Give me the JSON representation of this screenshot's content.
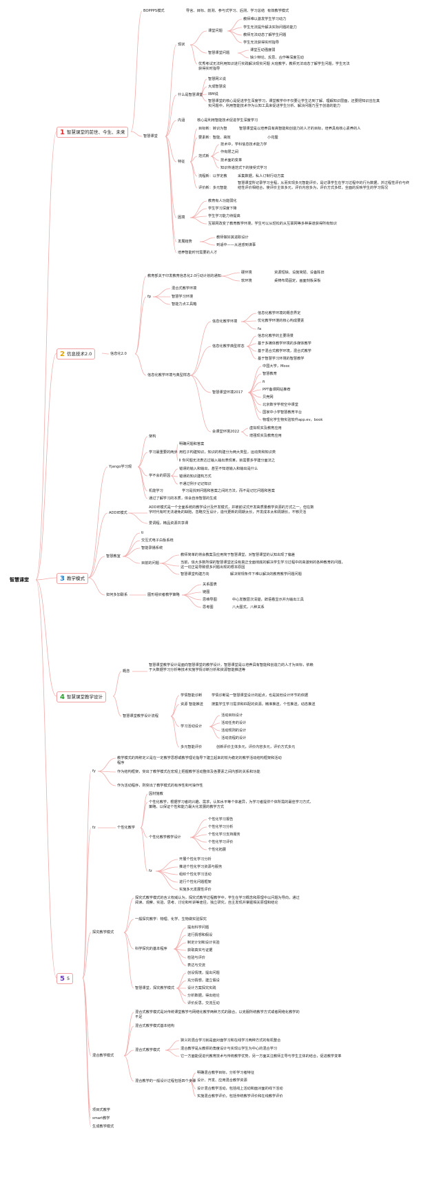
{
  "colors": {
    "accent": "#c0392b",
    "num1": "#d62d2d",
    "num2": "#e0a000",
    "num3": "#1a7fd0",
    "num4": "#2aa02a",
    "num5": "#6a3fb5",
    "lines": "#f2aaaa"
  },
  "root": "智慧课堂",
  "branches": {
    "b1": {
      "num": "1",
      "label": "智慧课堂的前世、今生、未来"
    },
    "b2": {
      "num": "2",
      "label": "信息技术2.0"
    },
    "b3": {
      "num": "3",
      "label": "教学模式"
    },
    "b4": {
      "num": "4",
      "label": "智慧课堂教学设计"
    },
    "b5": {
      "num": "5",
      "label": "5"
    }
  },
  "b1": {
    "boppps": "BOPPPS模式",
    "boppps_d": "导言、目标、前测、参与式学习、后测、学习总结",
    "boppps_d2": "有效教学模式",
    "zhihui": "智慧课堂",
    "xianzhuang": "现状",
    "ketang": "课堂问题",
    "k1": "教师难以激发学生学习动力",
    "k2": "学生无法提升解决实际问题的能力",
    "k3": "教师无法动态了解学生问题",
    "k4": "学生无法获得实时指导",
    "zhkt": "智慧课堂问题",
    "z1": "课堂互动强度弱",
    "z2": "缺少辩论、反思、合作等深度互动",
    "z3": "优秀考试无法利用知识进行实践解决现实问题 大班教学，教师无法动态了解学生问题，学生无法获得实时指导",
    "what": "什么是智慧课堂",
    "w1": "智慧网义说",
    "w2": "大成智慧说",
    "w3": "IBM说",
    "w4": "智慧课堂的核心是促进学生深度学习，课堂教学中不仅要让学生达到了解、理解知识层面，还要把知识应在真实问题中，利用智能技术作为认知工具来促进学生分析、解决问题乃至于创造的能力",
    "neihan": "内涵",
    "neihan_d": "核心是利用智能技术促进学生深度学习",
    "tezheng": "特征",
    "t1": "目标新：转识为智",
    "t1d": "智慧课堂是以培养具有高智能和创造力的人才的目标，培养具有核心素养的人",
    "t2": "要素新：智能、高效",
    "t2d": "小花狸",
    "t3": "范式新",
    "t3a": "技术中，学科信息技术能力学",
    "t3b": "作有限之间",
    "t3c": "技术面的变革",
    "t3d": "知识传递范式下的接受式学习",
    "t4": "流程新：以学定教",
    "t4d": "采集数据，私人订制行动方案",
    "t5": "评价新：多元智能",
    "t5d": "智慧课堂所记录学习全程，从而实现多元智能评价，是记录学生在学习过程中的行为数据，并过程性评价与终结性评价相结合，使评价主体多元，评价内容多为，评价方式多样，全面的反映学生的学习情况",
    "kunjing": "困境",
    "kj1": "教育有人功能弱化",
    "kj2": "学生学习深度下降",
    "kj3": "学生学习能力待提高",
    "kj4": "互联网改变了教育教学环境，学生可以从轻松的从互联网等多种渠道获得所有知识",
    "qushi": "发展趋势",
    "qs1": "教师做好其进职设计",
    "qs2": "到适中——从迷惑到谋事",
    "peiyang": "培养智能时代需要的人才"
  },
  "b2": {
    "xinxihua": "信息化2.0",
    "tongzhi": "教育部关于印发教育信息化2.0行动计划的通知",
    "ying": "硬环境",
    "ying_d": "资源短缺、设施简陋、设备陈旧",
    "ruan": "软环境",
    "ruan_d": "桌椅布局固定，画面刻板呆板",
    "fp": "fp",
    "fp1": "混合式教学环境",
    "fp2": "智慧学习环境",
    "fp3": "智能力点工具箱",
    "dianxing": "信息化教学环境与典型样态",
    "hjr": "信息化教学环境",
    "hjr1": "信息化教学环境的概念界定",
    "hjr2": "优化教学环境的核心构成要素",
    "hjr3": "fa",
    "yangtai": "信息化教学典型样态",
    "yt1": "信息化教学的主要场景",
    "yt2": "基于多媒体教学环境的多媒体教学",
    "yt3": "基于混合式教学环境，混合式教学",
    "yt4": "基于智慧学习环境的智慧教学",
    "zhhj": "智慧课堂环境2017",
    "zh1": "中国大学，Mooc",
    "zh2": "智慧教育",
    "zh3": "fi",
    "zh4": "PPT备课网站推荐",
    "zh5": "贝壳网",
    "zh6": "北京数字学校空中课堂",
    "zh7": "国家中小学智慧教育平台",
    "zh8": "物理化学生物实验软件app.ev，book",
    "hz": "会课堂环境2022",
    "hz1": "虚拟现实及教育应用",
    "hz2": "增强现实及教育应用"
  },
  "b3": {
    "yjx": "Yjango学习观",
    "caigou": "架构",
    "tongbu": "学习最重要的两步",
    "tb1": "明确问题和答案",
    "tb2": "用粒子构建知识，知识的构建分为两大类型，运动类和知识类",
    "tb3": "Ⅱ 你问题无法表达过输入输出表现某，就需要多学建分面法之",
    "buhui": "学不会的原因",
    "bh1": "错误的输入和输出，甚至不知道输入和输出是什么",
    "bh2": "错误的知识建构方式",
    "bh3": "不通过例子记记知识",
    "jixie": "机能学习",
    "jx_d": "学习是找到问题和答案之间的方法，而不是记忆问题和答案",
    "tongguo": "通过了解学习的本质，体会自身智慧的生成",
    "addie": "ADDIE模式",
    "addie_d": "ADDIE模式是一个全面系统的教学设计及开发模式，并被前试式开发高质量教学资源的方式之一，但在数字时代有时无法避免的缺陷，忽略交互设计，造代更新的周期太长，开发成本太和周期长，不够灵活",
    "aixin": "爱调程，精品资源共享课",
    "zhjx": "智慧教室",
    "zj1": "ti",
    "zj2": "交互式电子白板系统",
    "zj3": "智能录播系统",
    "muqian": "目前的问题",
    "mq1": "教师简单的将会教案及应用简于智慧课堂，对智慧课堂的认知出现了偏差",
    "mq2": "当前，信大多数所谓的智慧课堂还没有真正全面彻底的解决学生学习过程中的高激到的各种教育的问题，这一切正是导致很多问题出现的根本原因",
    "mq3": "智慧课堂构建方向",
    "mq3d": "解决常规条件下难以解决的教育教学问题问题",
    "ruhe": "如何多加联系",
    "tuxing": "图形组织者教学策略",
    "tx1": "关系图表",
    "tx2": "链图",
    "tx3": "思维导图",
    "tx3d": "中心发散层次清楚，辞语看显示并为输出工具",
    "tx4": "思考图",
    "tx4d": "八大图式，八种关系"
  },
  "b4": {
    "gainian": "概念",
    "gn_d": "智慧课堂教学设计是面向智慧课堂的教学设计，智慧课堂是以培养具有智能和创造力的人才为目标，依赖于大数据学习分析等技术实施学情诊断分析和资源智能推送等",
    "liucheng": "智慧课堂教学设计流程",
    "lc1": "学情智能诊断",
    "lc1d": "学情诊断是一智慧课堂设计的起点，也是其他设计环节的依据",
    "lc2": "资源 智能推送",
    "lc2d": "搜集学生学习需求和匹配的资源，精准推送，个性推送，动态推送",
    "lc3": "学习活动设计",
    "lc3a": "活动目标设计",
    "lc3b": "活动任务的设计",
    "lc3c": "活动规则的设计",
    "lc3d": "活动流程的设计",
    "lc4": "多元智能评价",
    "lc4d": "创新评价主体多元，评价内容多元，评价方式多元"
  },
  "b5": {
    "fy": "fy",
    "fy1": "教学模式的简称定义是在一定教学思想或教学理论指导下建立起来的较为稳定的教学活动结构框架和活动程序",
    "fy2": "作为结构框架，突出了教学模式在宏观上把握教学活动整体及各要素之间内部的关系和功能",
    "fy3": "作为活动程序，则突出了教学模式的有序性和可操作性",
    "fz": "fz",
    "gx": "个性化教学",
    "gx1": "因材施教",
    "gx2": "个性化教学，根据学习者的兴趣、需求，认知水平等个体差异，为学习者提供个体所需的最佳学习方式、策略，以保证个性和能力最大化发展的教学方式",
    "gxs": "个性化教学教学设计",
    "gxs1": "个性化学习报告",
    "gxs2": "个性化学习分析",
    "gxs3": "个性化学习支持服务",
    "gxs4": "个性化学习评价",
    "gxs5": "个性化拓展",
    "fz2": "fz",
    "fz2a": "开展个性化学习分析",
    "fz2b": "推进个性化学习资源与服务",
    "fz2c": "组织个性化学习活动",
    "fz2d": "进行个性化问题框架",
    "fz2e": "实施多元发展性评价",
    "tj": "探究教学模式",
    "tj1": "探究式教学模式的含义权威认为，探究式教学过程教学中，学生在学习概念和原理中以问题为导向，通过阅读、观察、实验、思考、讨论和听讲等途径，独立研究，自主发现并掌握相关原理和结论",
    "tj2": "一般探究教学：物理、化学、生物做实验探究",
    "kx": "科学探究的基本程序",
    "kx1": "提出科学问题",
    "kx2": "进行猜想和假设",
    "kx3": "制定计划和设计实验",
    "kx4": "获取真实与证据",
    "kx5": "检验与评价",
    "kx6": "表达与交流",
    "zhtj": "智慧课堂，探究教学模式",
    "zt1": "创设情境，提出问题",
    "zt2": "充分猜想，建立假设",
    "zt3": "设计方案探究实践",
    "zt4": "分析数据，得出结论",
    "zt5": "评价反思，交流互动",
    "hh": "混合教学模式",
    "hh1": "混合式教学模式是对传统课堂教学与网络化教学两种方式的融合，以克服所统教学方式或者网络化教学的不足",
    "hh2": "混合式教学模式基本结构",
    "hhm": "混合式教学模式",
    "hhm1": "狭义的混合学习就是面对面学习和在线学习两种方式的有机整合",
    "hhm2": "混合教学是从教师的角度设计与实现以学生为中心的混合学习",
    "hhm3": "它一方面能促进代教育技术与传统教学优势，另一方面关注教师主导与学生主体的结合，促进教学变革",
    "hhs": "混合教学的一般设计过程包括四个步骤",
    "hhs1": "明确混合教学目标，分析学习者特征",
    "hhs2": "设计、开发、应用混合教学资源",
    "hhs3": "设计混合教学活动，包括线上活动和面对面的线下活动",
    "hhs4": "实施混合教学评价，包括传统教学评价和在线教学评价",
    "xm": "项目式教学",
    "smart": "smart教学",
    "sc": "生成教学模式"
  }
}
